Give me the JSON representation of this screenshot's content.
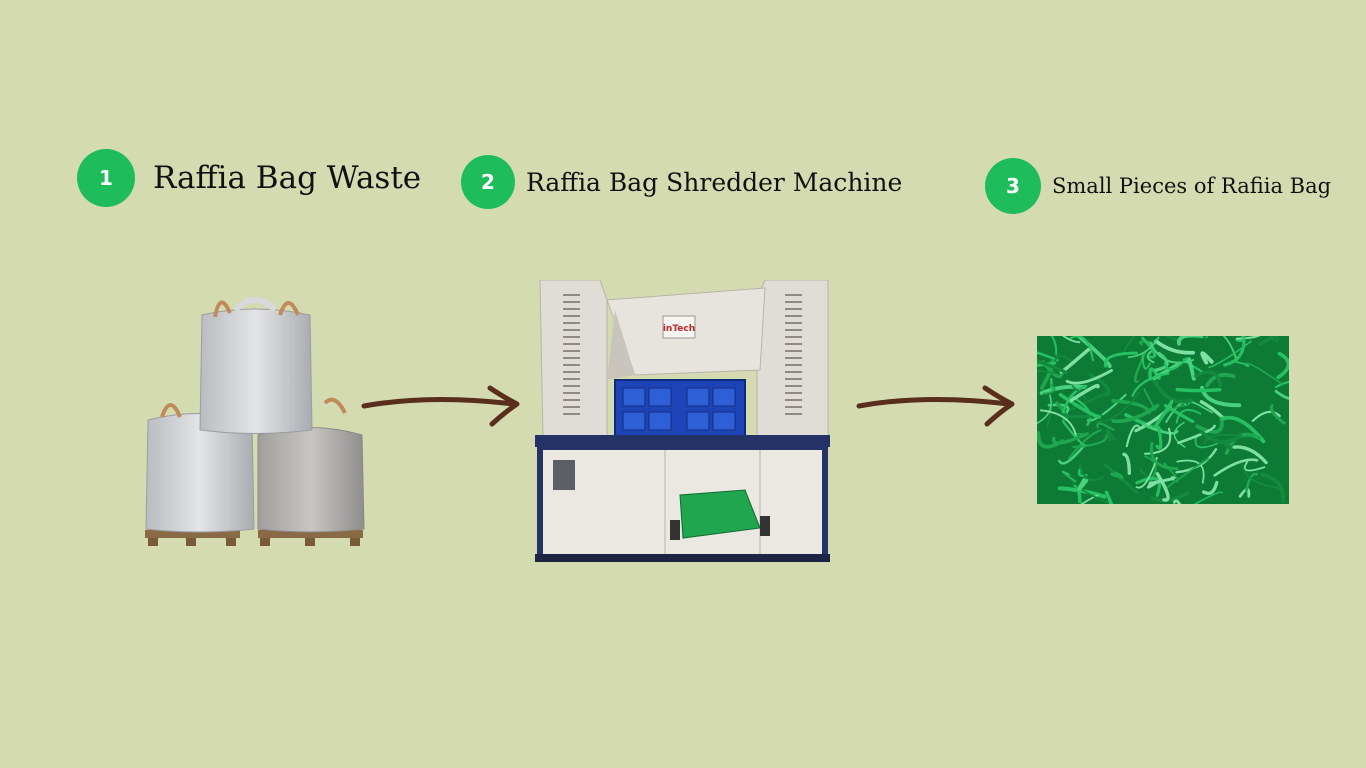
{
  "steps": [
    {
      "number": "1",
      "label": "Raffia Bag Waste"
    },
    {
      "number": "2",
      "label": "Raffia Bag Shredder Machine"
    },
    {
      "number": "3",
      "label": "Small Pieces of Rafiia Bag"
    }
  ],
  "machine_logo": "inTech",
  "colors": {
    "background": "#d5dbb0",
    "badge": "#1fbc5c",
    "arrow": "#5a2e1c",
    "shred_green": "#1fa64f"
  }
}
